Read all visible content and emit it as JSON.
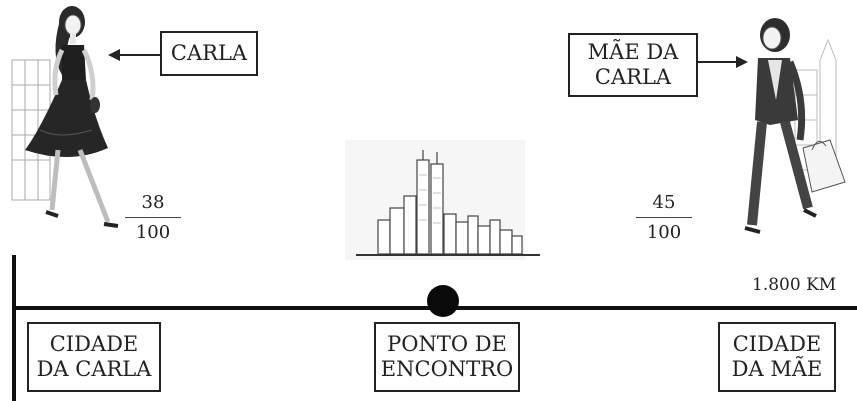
{
  "labels": {
    "carla": "CARLA",
    "mae_line1": "MÃE DA",
    "mae_line2": "CARLA",
    "city_carla_line1": "CIDADE",
    "city_carla_line2": "DA CARLA",
    "meeting_line1": "PONTO DE",
    "meeting_line2": "ENCONTRO",
    "city_mae_line1": "CIDADE",
    "city_mae_line2": "DA MÃE",
    "distance": "1.800 KM"
  },
  "fractions": {
    "carla": {
      "numerator": "38",
      "denominator": "100"
    },
    "mae": {
      "numerator": "45",
      "denominator": "100"
    }
  },
  "icons": {
    "carla": "woman-walking-dress-illustration",
    "mae": "woman-walking-shopping-illustration",
    "city": "city-skyline-illustration",
    "marker": "meeting-point-dot"
  }
}
